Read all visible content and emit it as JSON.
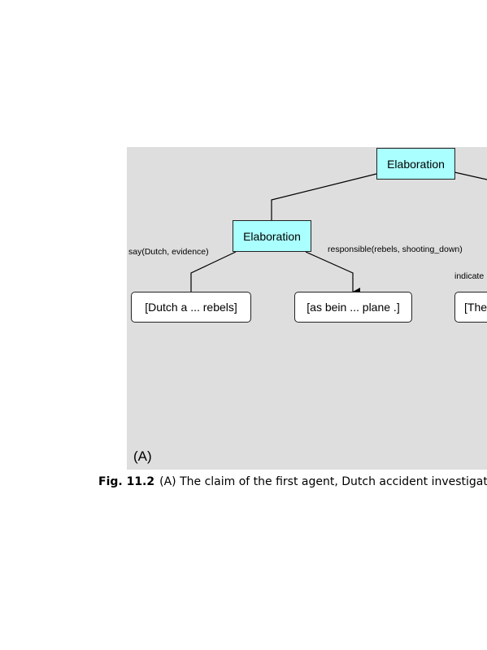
{
  "diagram": {
    "root": {
      "label": "Elaboration"
    },
    "child": {
      "label": "Elaboration"
    },
    "edges": {
      "left": "say(Dutch, evidence)",
      "middle": "responsible(rebels, shooting_down)",
      "right": "indicate"
    },
    "segments": [
      {
        "label": "[Dutch a ... rebels]"
      },
      {
        "label": "[as bein ... plane .]"
      },
      {
        "label": "[The"
      }
    ],
    "panel_label": "(A)"
  },
  "caption": {
    "number": "Fig. 11.2",
    "text": "(A) The claim of the first agent, Dutch accident investigato"
  }
}
